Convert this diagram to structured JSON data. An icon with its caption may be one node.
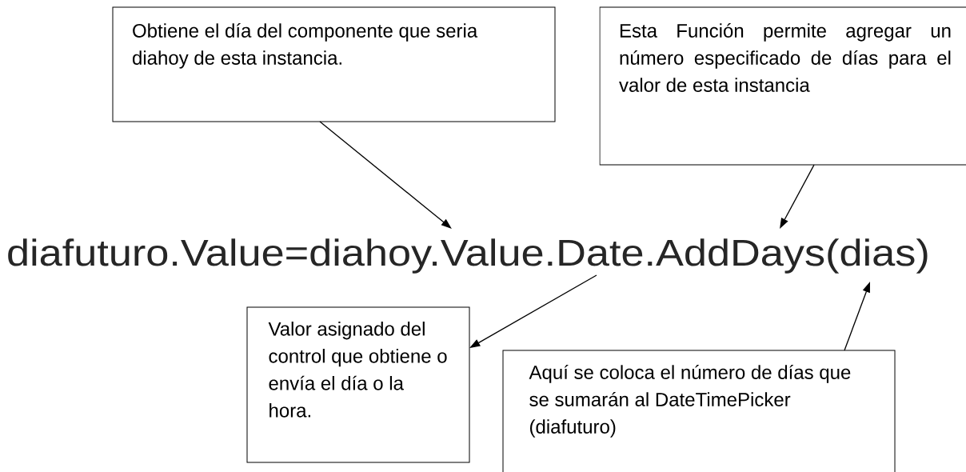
{
  "diagram": {
    "nodes": [
      {
        "text": [
          "Obtiene el día del componente que seria diahoy de esta instancia."
        ]
      },
      {
        "text": [
          "Esta Función permite agregar un número especificado de días para el valor de esta instancia"
        ]
      },
      {
        "text": [
          "diafuturo.Value=diahoy.Value.Date.AddDays(dias)"
        ]
      },
      {
        "text": [
          "Valor asignado del control que obtiene o envía el día o la hora."
        ]
      },
      {
        "text": [
          "Aquí se coloca el número de días que se sumarán al DateTimePicker (diafuturo)"
        ]
      }
    ],
    "edges": [
      {
        "from": 0,
        "to": 2,
        "arrow": "to"
      },
      {
        "from": 1,
        "to": 2,
        "arrow": "to"
      },
      {
        "from": 2,
        "to": 3,
        "arrow": "to"
      },
      {
        "from": 4,
        "to": 2,
        "arrow": "to"
      }
    ]
  }
}
